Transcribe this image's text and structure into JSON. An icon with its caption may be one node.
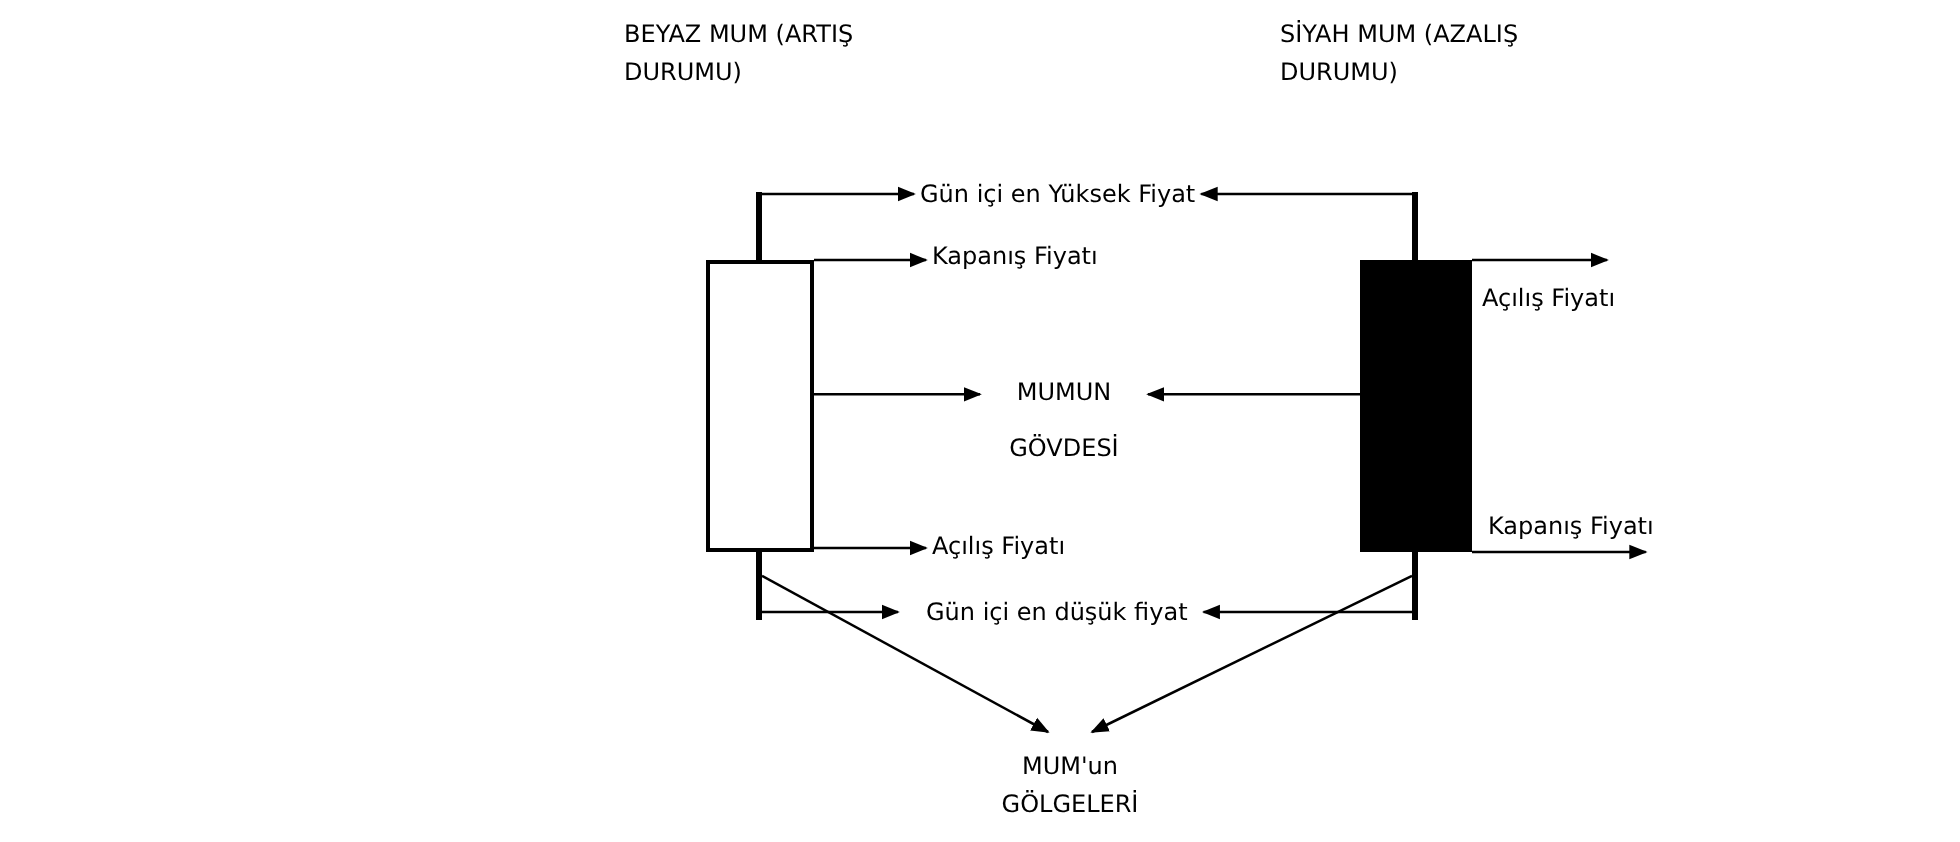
{
  "diagram": {
    "nodes": [
      {
        "text": [],
        "shape": "box"
      },
      {
        "text": [],
        "shape": "box"
      },
      {
        "text": [],
        "shape": "bar"
      },
      {
        "text": [],
        "shape": "bar"
      },
      {
        "text": [],
        "shape": "bar"
      },
      {
        "text": [],
        "shape": "bar"
      },
      {
        "text": [
          "Gün içi en Yüksek Fiyat"
        ]
      },
      {
        "text": [
          "Kapanış Fiyatı"
        ]
      },
      {
        "text": [
          "Açılış Fiyatı"
        ]
      },
      {
        "text": [
          "MUMUN GÖVDESİ"
        ]
      },
      {
        "text": [
          "Açılış Fiyatı"
        ]
      },
      {
        "text": [
          "Kapanış Fiyatı"
        ]
      },
      {
        "text": [
          "Gün içi en düşük fiyat"
        ]
      },
      {
        "text": [
          "MUM'un GÖLGELERİ"
        ]
      }
    ],
    "edges": [
      {
        "from": 2,
        "to": 6,
        "arrow": "to"
      },
      {
        "from": 4,
        "to": 6,
        "arrow": "to"
      },
      {
        "from": 0,
        "to": 7,
        "arrow": "to"
      },
      {
        "from": 1,
        "to": 8,
        "arrow": "to"
      },
      {
        "from": 0,
        "to": 9,
        "arrow": "to"
      },
      {
        "from": 1,
        "to": 9,
        "arrow": "to"
      },
      {
        "from": 0,
        "to": 10,
        "arrow": "to"
      },
      {
        "from": 1,
        "to": 11,
        "arrow": "to"
      },
      {
        "from": 3,
        "to": 12,
        "arrow": "to"
      },
      {
        "from": 5,
        "to": 12,
        "arrow": "to"
      },
      {
        "from": 3,
        "to": 13,
        "arrow": "to"
      },
      {
        "from": 5,
        "to": 13,
        "arrow": "to"
      }
    ],
    "labels": [
      "BEYAZ MUM (ARTIŞ DURUMU)",
      "SİYAH MUM (AZALIŞ DURUMU)"
    ]
  }
}
